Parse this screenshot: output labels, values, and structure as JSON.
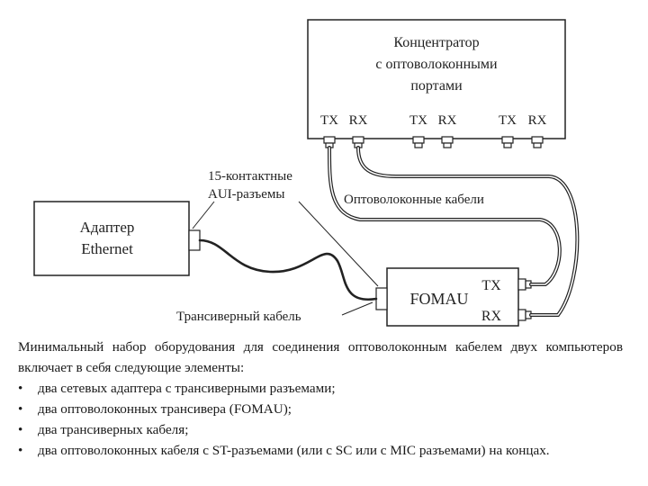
{
  "diagram": {
    "hub": {
      "title_lines": [
        "Концентратор",
        "с оптоволоконными",
        "портами"
      ],
      "port_labels": [
        "TX",
        "RX",
        "TX",
        "RX",
        "TX",
        "RX"
      ]
    },
    "adapter": {
      "lines": [
        "Адаптер",
        "Ethernet"
      ]
    },
    "aui_label": [
      "15-контактные",
      "AUI-разъемы"
    ],
    "fiber_label": "Оптоволоконные кабели",
    "transceiver_cable_label": "Трансиверный кабель",
    "fomau": {
      "label": "FOMAU",
      "tx": "TX",
      "rx": "RX"
    }
  },
  "caption": {
    "intro": "Минимальный набор оборудования для соединения оптоволоконным кабелем двух компьютеров включает в себя следующие элементы:",
    "bullet": "•",
    "items": [
      "два сетевых адаптера с трансиверными разъемами;",
      "два оптоволоконных трансивера (FOMAU);",
      "два трансиверных кабеля;",
      "два оптоволоконных кабеля с ST-разъемами (или с SC или с MIC разъемами) на концах."
    ]
  }
}
